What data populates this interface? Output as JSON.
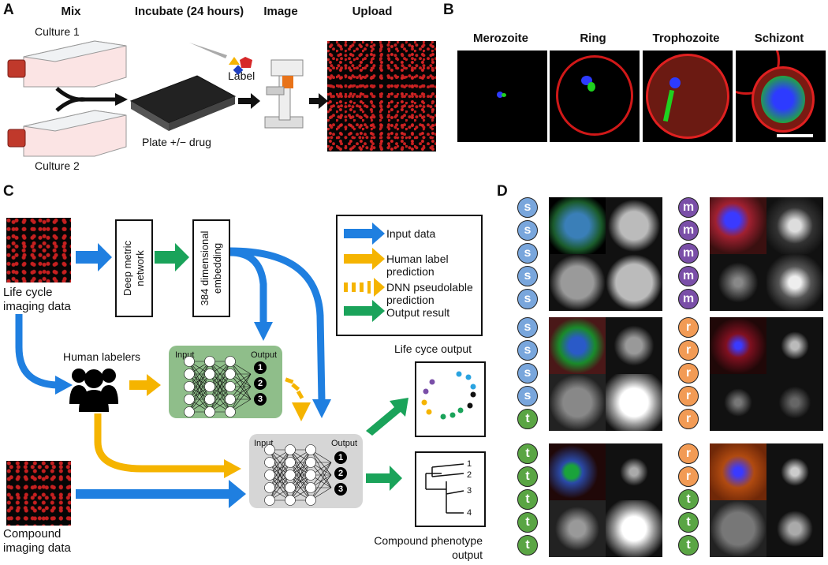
{
  "panelA": {
    "letter": "A",
    "steps": [
      "Mix",
      "Incubate (24 hours)",
      "Image",
      "Upload"
    ],
    "culture1": "Culture 1",
    "culture2": "Culture 2",
    "plate": "Plate +/− drug",
    "label": "Label"
  },
  "panelB": {
    "letter": "B",
    "stages": [
      "Merozoite",
      "Ring",
      "Trophozoite",
      "Schizont"
    ]
  },
  "panelC": {
    "letter": "C",
    "life_cycle_data": "Life cycle\nimaging data",
    "compound_data": "Compound\nimaging data",
    "deep_metric": "Deep metric\nnetwork",
    "embedding": "384 dimensional\nembedding",
    "human_labelers": "Human labelers",
    "nn_input": "Input",
    "nn_output": "Output",
    "outputs": [
      "1",
      "2",
      "3"
    ],
    "life_output": "Life cyce output",
    "compound_output": "Compound phenotype\noutput",
    "tree_leaves": [
      "1",
      "2",
      "3",
      "4"
    ],
    "legend": [
      {
        "text": "Input data",
        "color": "#1f7fe0"
      },
      {
        "text": "Human label\nprediction",
        "color": "#f5b400"
      },
      {
        "text": "DNN pseudolable\nprediction",
        "color": "#f5b400"
      },
      {
        "text": "Output result",
        "color": "#1aa35a"
      }
    ]
  },
  "panelD": {
    "letter": "D",
    "groups": [
      {
        "labels": [
          "s",
          "s",
          "s",
          "s",
          "s"
        ],
        "colors": [
          "#79a6dc",
          "#79a6dc",
          "#79a6dc",
          "#79a6dc",
          "#79a6dc"
        ]
      },
      {
        "labels": [
          "m",
          "m",
          "m",
          "m",
          "m"
        ],
        "colors": [
          "#7a4fa8",
          "#7a4fa8",
          "#7a4fa8",
          "#7a4fa8",
          "#7a4fa8"
        ]
      },
      {
        "labels": [
          "s",
          "s",
          "s",
          "s",
          "t"
        ],
        "colors": [
          "#79a6dc",
          "#79a6dc",
          "#79a6dc",
          "#79a6dc",
          "#5aa544"
        ]
      },
      {
        "labels": [
          "r",
          "r",
          "r",
          "r",
          "r"
        ],
        "colors": [
          "#f29b55",
          "#f29b55",
          "#f29b55",
          "#f29b55",
          "#f29b55"
        ]
      },
      {
        "labels": [
          "t",
          "t",
          "t",
          "t",
          "t"
        ],
        "colors": [
          "#5aa544",
          "#5aa544",
          "#5aa544",
          "#5aa544",
          "#5aa544"
        ]
      },
      {
        "labels": [
          "r",
          "r",
          "t",
          "t",
          "t"
        ],
        "colors": [
          "#f29b55",
          "#f29b55",
          "#5aa544",
          "#5aa544",
          "#5aa544"
        ]
      }
    ]
  },
  "colors": {
    "blue": "#1f7fe0",
    "orange": "#f5b400",
    "green": "#1aa35a",
    "nn_green": "#8fbe8a",
    "nn_gray": "#d6d6d6"
  }
}
